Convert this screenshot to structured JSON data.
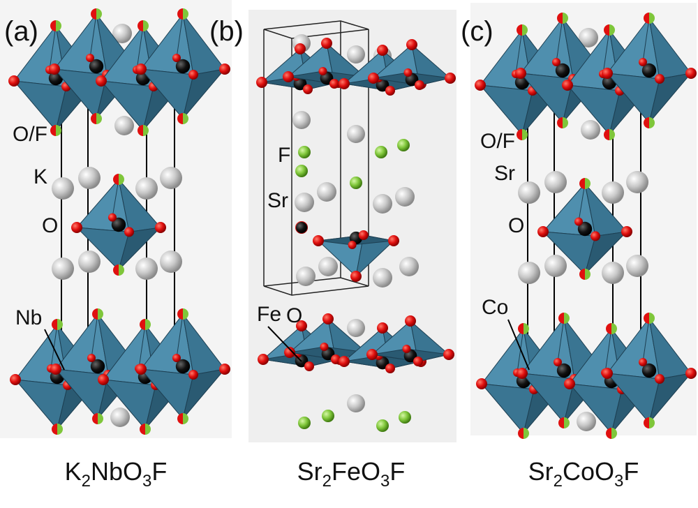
{
  "panels": [
    {
      "id": "a",
      "tag": "(a)",
      "formula": {
        "parts": [
          "K",
          "2",
          "NbO",
          "3",
          "F"
        ]
      },
      "atom_labels": [
        "O/F",
        "K",
        "O",
        "Nb"
      ],
      "layer_pattern": [
        "octahedra",
        "spheres",
        "octahedron",
        "spheres",
        "octahedra"
      ]
    },
    {
      "id": "b",
      "tag": "(b)",
      "formula": {
        "parts": [
          "Sr",
          "2",
          "FeO",
          "3",
          "F"
        ]
      },
      "atom_labels": [
        "F",
        "Sr",
        "Fe",
        "O"
      ],
      "layer_pattern": [
        "pyramids",
        "fluorine",
        "pyramid",
        "pyramids",
        "fluorine"
      ]
    },
    {
      "id": "c",
      "tag": "(c)",
      "formula": {
        "parts": [
          "Sr",
          "2",
          "CoO",
          "3",
          "F"
        ]
      },
      "atom_labels": [
        "O/F",
        "Sr",
        "O",
        "Co"
      ],
      "layer_pattern": [
        "octahedra",
        "spheres",
        "octahedron",
        "spheres",
        "octahedra"
      ]
    }
  ],
  "colors": {
    "polyhedron_light": "#4f8fae",
    "polyhedron_mid": "#3a7592",
    "polyhedron_dark": "#2a5a72",
    "oxygen": "#e0100f",
    "fluorine": "#7fc63a",
    "cation_large": "#c8c8c8",
    "transition_metal": "#0a0a0a",
    "panel_bg": "#f0f0f0"
  }
}
